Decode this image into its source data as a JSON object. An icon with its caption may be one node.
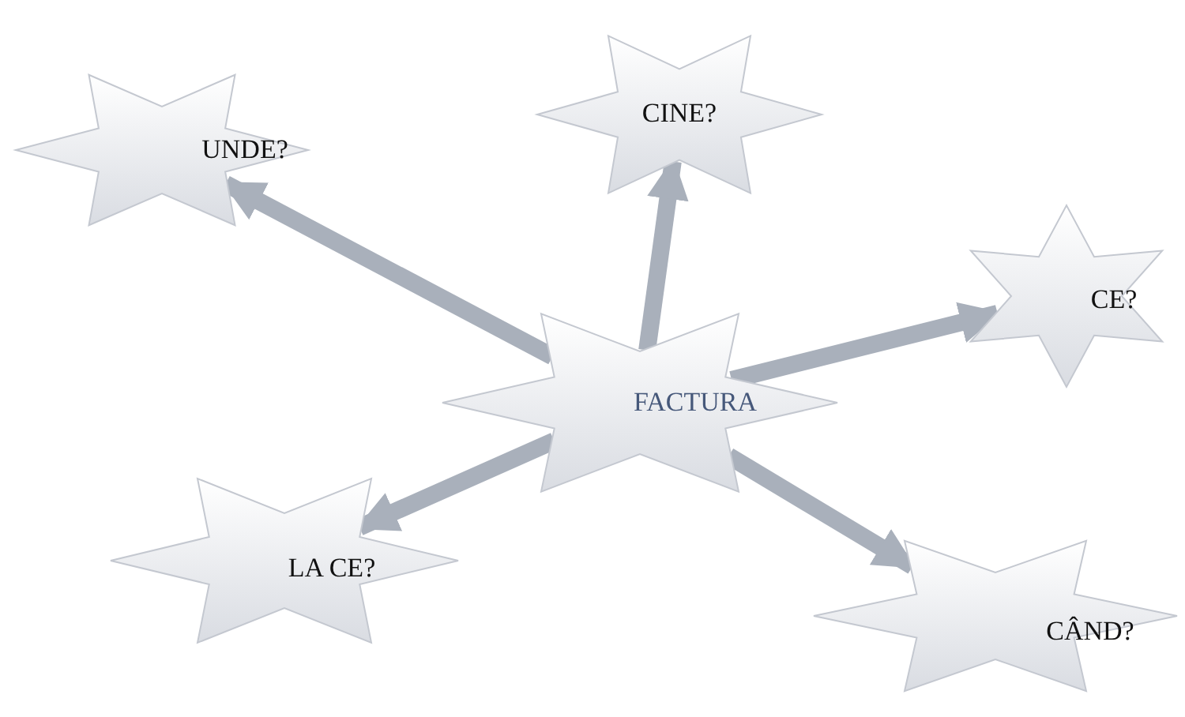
{
  "diagram": {
    "nodes": [
      {
        "text": [
          "FACTURA"
        ]
      },
      {
        "text": [
          "UNDE?"
        ]
      },
      {
        "text": [
          "CINE?"
        ]
      },
      {
        "text": [
          "CE?"
        ]
      },
      {
        "text": [
          "LA CE?"
        ]
      },
      {
        "text": [
          "CÂND?"
        ]
      }
    ],
    "edges": [
      {
        "from": 0,
        "to": 1,
        "arrow": "to"
      },
      {
        "from": 0,
        "to": 2,
        "arrow": "to"
      },
      {
        "from": 0,
        "to": 3,
        "arrow": "to"
      },
      {
        "from": 0,
        "to": 4,
        "arrow": "to"
      },
      {
        "from": 0,
        "to": 5,
        "arrow": "to"
      }
    ]
  }
}
